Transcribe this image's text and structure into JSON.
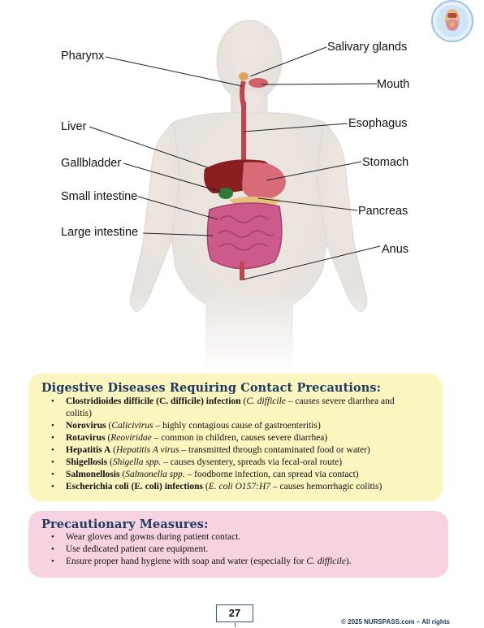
{
  "figure": {
    "labels": {
      "pharynx": "Pharynx",
      "liver": "Liver",
      "gallbladder": "Gallbladder",
      "small_intestine": "Small intestine",
      "large_intestine": "Large intestine",
      "salivary_glands": "Salivary glands",
      "mouth": "Mouth",
      "esophagus": "Esophagus",
      "stomach": "Stomach",
      "pancreas": "Pancreas",
      "anus": "Anus"
    }
  },
  "contact": {
    "heading": "Digestive Diseases Requiring Contact Precautions:",
    "items": [
      {
        "bold": "Clostridioides difficile (C. difficile) infection",
        "mid": " (",
        "italic": "C. difficile",
        "rest": " – causes severe diarrhea and",
        "rest2": "colitis)"
      },
      {
        "bold": "Norovirus",
        "mid": " (",
        "italic": "Calicivirus",
        "rest": " – highly contagious cause of gastroenteritis)",
        "rest2": ""
      },
      {
        "bold": "Rotavirus",
        "mid": " (",
        "italic": "Reoviridae",
        "rest": " – common in children, causes severe diarrhea)",
        "rest2": ""
      },
      {
        "bold": "Hepatitis A",
        "mid": " (",
        "italic": "Hepatitis A virus",
        "rest": " – transmitted through contaminated food or water)",
        "rest2": ""
      },
      {
        "bold": "Shigellosis",
        "mid": " (",
        "italic": "Shigella spp.",
        "rest": " – causes dysentery, spreads via fecal-oral route)",
        "rest2": ""
      },
      {
        "bold": "Salmonellosis",
        "mid": " (",
        "italic": "Salmonella spp.",
        "rest": " – foodborne infection, can spread via contact)",
        "rest2": ""
      },
      {
        "bold": "Escherichia coli (E. coli) infections",
        "mid": " (",
        "italic": "E. coli O157:H7",
        "rest": " – causes hemorrhagic colitis)",
        "rest2": ""
      }
    ]
  },
  "precautions": {
    "heading": "Precautionary Measures:",
    "items": [
      {
        "text": "Wear gloves and gowns during patient contact.",
        "italic": "",
        "after": ""
      },
      {
        "text": "Use dedicated patient care equipment.",
        "italic": "",
        "after": ""
      },
      {
        "text": "Ensure proper hand hygiene with soap and water (especially for ",
        "italic": "C. difficile",
        "after": ")."
      }
    ]
  },
  "footer": {
    "page_number": "27",
    "copyright": "© 2025 NURSPASS.com – All rights"
  },
  "colors": {
    "contact_box": "#fbf6bf",
    "precaution_box": "#f7d3e1",
    "heading": "#1f3b60"
  }
}
